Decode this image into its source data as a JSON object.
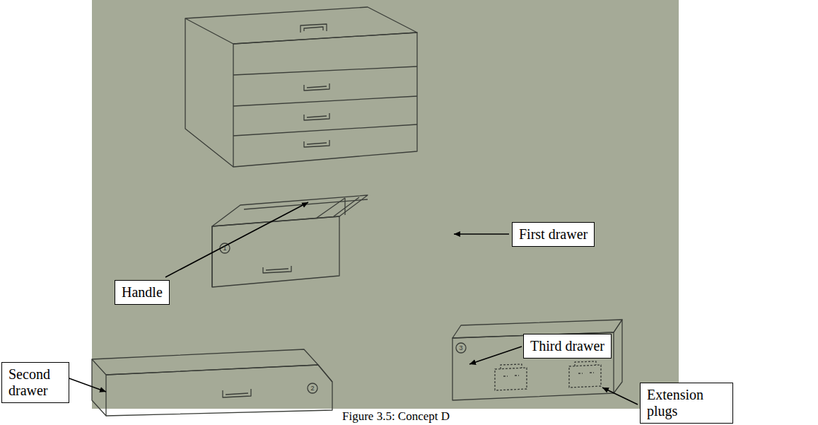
{
  "diagram": {
    "caption": "Figure 3.5: Concept D",
    "nodes": [
      {
        "text": [
          "Handle"
        ]
      },
      {
        "text": [
          "First drawer"
        ]
      },
      {
        "text": [
          "Second drawer"
        ]
      },
      {
        "text": [
          "Third drawer"
        ]
      },
      {
        "text": [
          "Extension plugs"
        ]
      }
    ],
    "labels": [
      "1",
      "2",
      "3"
    ]
  }
}
